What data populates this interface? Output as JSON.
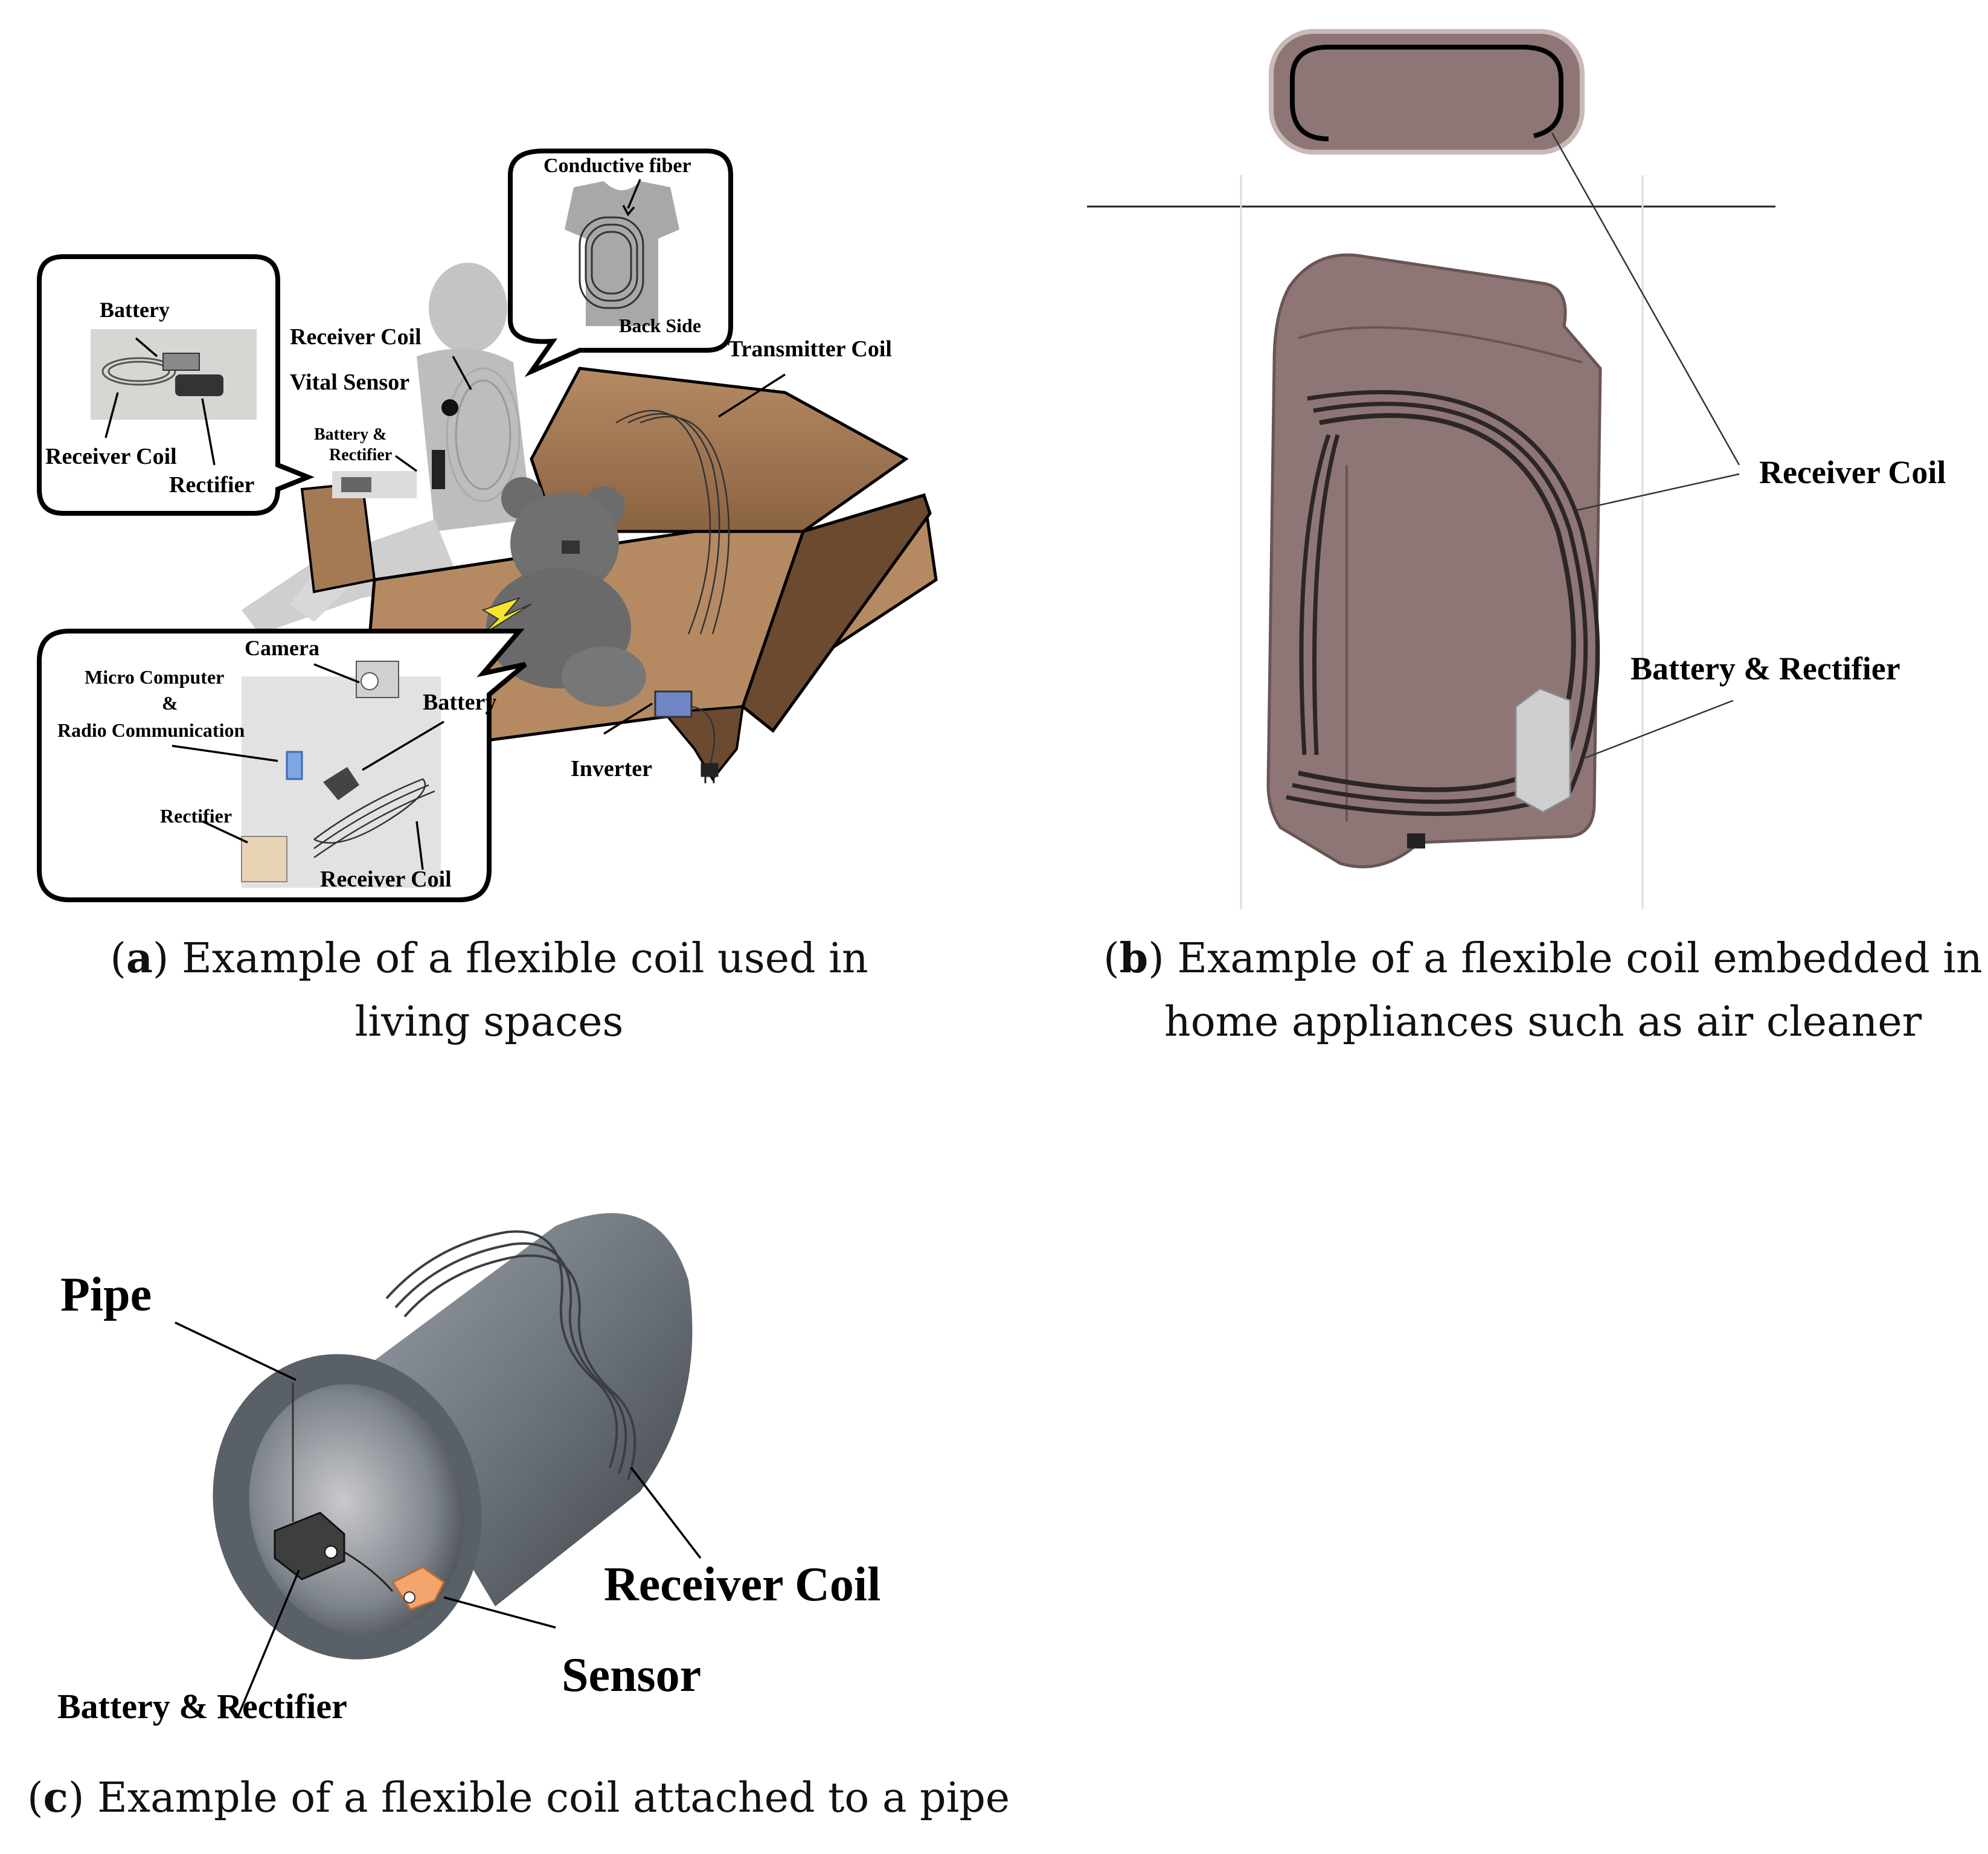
{
  "panel_a": {
    "caption_letter": "a",
    "caption_line1": "Example of a flexible coil used in",
    "caption_line2": "living spaces",
    "labels": {
      "conductive_fiber": "Conductive fiber",
      "back_side": "Back Side",
      "battery_top": "Battery",
      "receiver_coil_top": "Receiver Coil",
      "vital_sensor": "Vital Sensor",
      "battery_rectifier_1": "Battery &",
      "battery_rectifier_2": "Rectifier",
      "transmitter_coil": "Transmitter Coil",
      "receiver_coil_box": "Receiver Coil",
      "rectifier_box": "Rectifier",
      "camera": "Camera",
      "micro_computer": "Micro Computer",
      "ampersand": "&",
      "radio_communication": "Radio Communication",
      "battery_bottom": "Battery",
      "rectifier_bottom": "Rectifier",
      "receiver_coil_bottom": "Receiver Coil",
      "inverter": "Inverter"
    }
  },
  "panel_b": {
    "caption_letter": "b",
    "caption_line1": "Example of a flexible coil embedded in",
    "caption_line2": "home appliances such as air cleaner",
    "labels": {
      "receiver_coil": "Receiver Coil",
      "battery_rectifier": "Battery & Rectifier"
    }
  },
  "panel_c": {
    "caption_letter": "c",
    "caption_text": "Example of a flexible coil attached to a pipe",
    "labels": {
      "pipe": "Pipe",
      "receiver_coil": "Receiver Coil",
      "sensor": "Sensor",
      "battery_rectifier": "Battery & Rectifier"
    }
  },
  "colors": {
    "sofa": "#a47a55",
    "sofa_dark": "#6b4a30",
    "appliance": "#8e7676",
    "pipe": "#6e747c",
    "sensor": "#f2a66e",
    "inverter": "#6f86c6"
  }
}
